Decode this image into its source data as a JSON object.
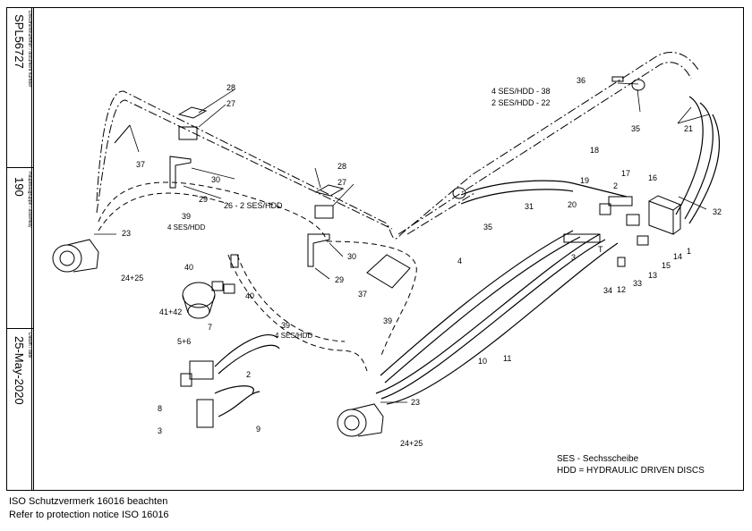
{
  "sidebar": {
    "document_number_label": "Dokumentnummer / document number",
    "document_number": "SPL56727",
    "assembly_label": "Hauptbaugruppe / assembly",
    "assembly": "190",
    "date_label": "Datum / date",
    "date": "25-May-2020"
  },
  "legend": {
    "line1": "SES - Sechsscheibe",
    "line2": "HDD = HYDRAULIC DRIVEN DISCS"
  },
  "footer": {
    "line1": "ISO Schutzvermerk 16016 beachten",
    "line2": "Refer to protection notice ISO 16016"
  },
  "callouts": {
    "c1": "1",
    "c2a": "2",
    "c2b": "2",
    "c3a": "3",
    "c3b": "3",
    "c4": "4",
    "c5_6": "5+6",
    "c7": "7",
    "c8": "8",
    "c9": "9",
    "c10": "10",
    "c11": "11",
    "c12": "12",
    "c13": "13",
    "c14": "14",
    "c15": "15",
    "c16": "16",
    "c17": "17",
    "c18": "18",
    "c19": "19",
    "c20": "20",
    "c21": "21",
    "c23a": "23",
    "c23b": "23",
    "c24_25a": "24+25",
    "c24_25b": "24+25",
    "c26": "26 - 2 SES/HDD",
    "c27a": "27",
    "c27b": "27",
    "c28a": "28",
    "c28b": "28",
    "c29a": "29",
    "c29b": "29",
    "c30a": "30",
    "c30b": "30",
    "c31": "31",
    "c32": "32",
    "c33": "33",
    "c34": "34",
    "c35a": "35",
    "c35b": "35",
    "c36": "36",
    "c37a": "37",
    "c37b": "37",
    "c38": "4 SES/HDD - 38",
    "c22": "2 SES/HDD - 22",
    "c39a": "39",
    "c39a_sub": "4 SES/HDD",
    "c39b": "39",
    "c39b_sub": "4 SES/HDD",
    "c39c": "39",
    "c40a": "40",
    "c40b": "40",
    "c41_42": "41+42",
    "cT": "T"
  }
}
